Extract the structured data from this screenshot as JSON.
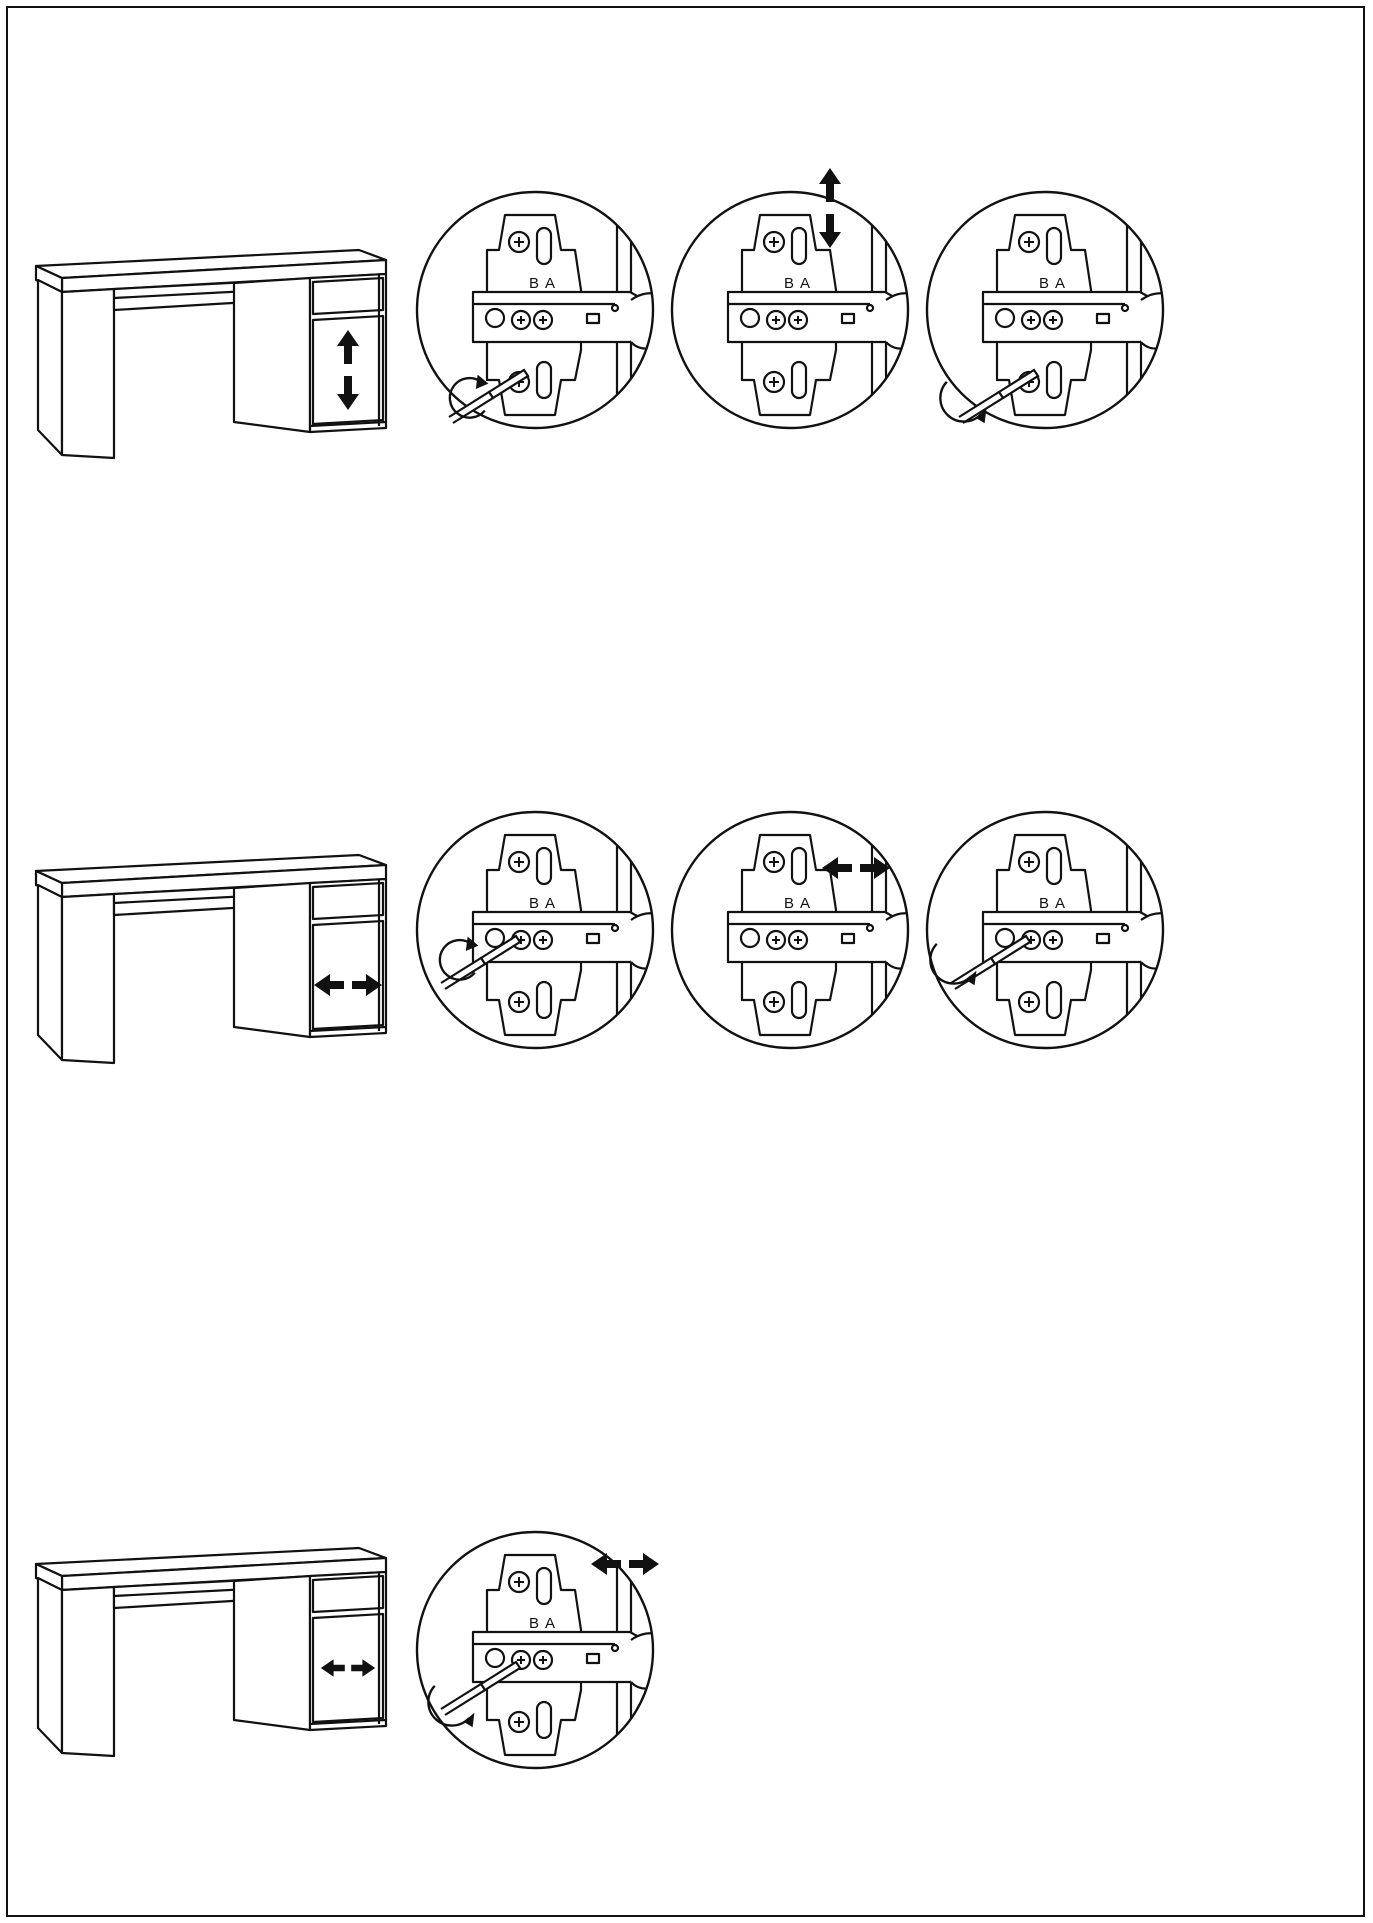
{
  "page": {
    "line_color": "#111111",
    "background": "#ffffff"
  },
  "hinge_labels": {
    "b": "B",
    "a": "A"
  },
  "steps": [
    {
      "adjustment": "height",
      "desk_arrow_icon": "vertical-double-arrow-icon",
      "details": [
        {
          "icon": "rotate-ccw-icon",
          "action": "loosen"
        },
        {
          "icon": "vertical-double-arrow-icon",
          "action": "move"
        },
        {
          "icon": "rotate-cw-icon",
          "action": "tighten"
        }
      ]
    },
    {
      "adjustment": "side",
      "desk_arrow_icon": "horizontal-double-arrow-icon",
      "details": [
        {
          "icon": "rotate-ccw-icon",
          "action": "loosen"
        },
        {
          "icon": "horizontal-double-arrow-icon",
          "action": "move"
        },
        {
          "icon": "rotate-cw-icon",
          "action": "tighten"
        }
      ]
    },
    {
      "adjustment": "depth",
      "desk_arrow_icon": "horizontal-double-arrow-icon",
      "details": [
        {
          "icon": "rotate-cw-icon",
          "action": "turn"
        }
      ]
    }
  ]
}
